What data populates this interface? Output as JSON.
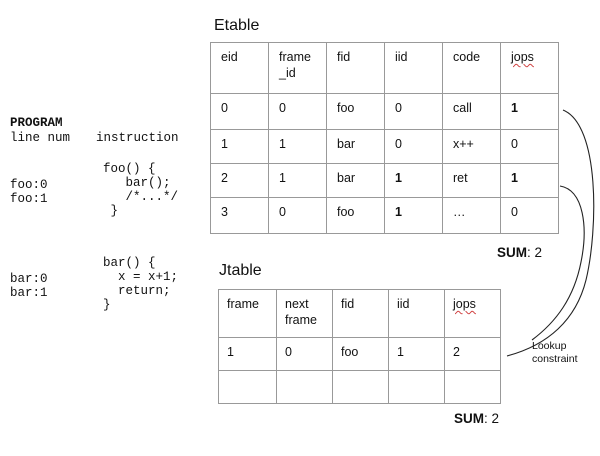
{
  "program": {
    "title": "PROGRAM",
    "col_line": "line num",
    "col_instruction": "instruction",
    "foo_labels": "foo:0\nfoo:1",
    "foo_code": "foo() {\n   bar();\n   /*...*/\n }",
    "bar_labels": "bar:0\nbar:1",
    "bar_code": "bar() {\n  x = x+1;\n  return;\n}"
  },
  "etable": {
    "title": "Etable",
    "headers": [
      "eid",
      "frame\n_id",
      "fid",
      "iid",
      "code",
      "jops"
    ],
    "rows": [
      [
        "0",
        "0",
        "foo",
        "0",
        "call",
        "1"
      ],
      [
        "1",
        "1",
        "bar",
        "0",
        "x++",
        "0"
      ],
      [
        "2",
        "1",
        "bar",
        "1",
        "ret",
        "1"
      ],
      [
        "3",
        "0",
        "foo",
        "1",
        "…",
        "0"
      ]
    ],
    "sum_label": "SUM",
    "sum_value": ": 2"
  },
  "jtable": {
    "title": "Jtable",
    "headers": [
      "frame",
      "next\nframe",
      "fid",
      "iid",
      "jops"
    ],
    "rows": [
      [
        "1",
        "0",
        "foo",
        "1",
        "2"
      ],
      [
        "",
        "",
        "",
        "",
        ""
      ]
    ],
    "sum_label": "SUM",
    "sum_value": ": 2"
  },
  "annotation": {
    "lookup": "Lookup\nconstraint"
  }
}
